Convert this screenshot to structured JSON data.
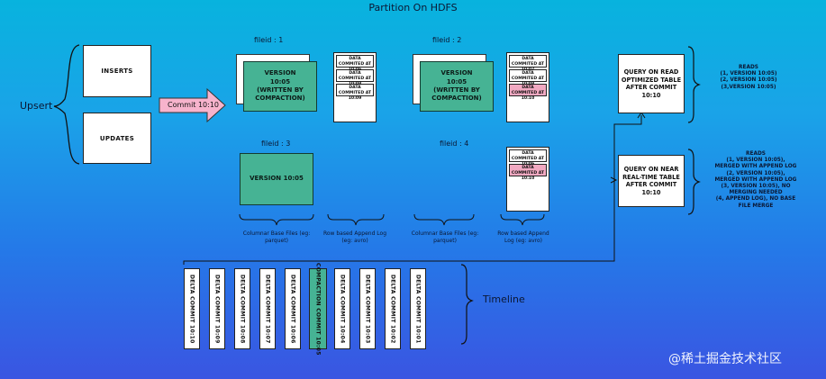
{
  "title": "Partition On HDFS",
  "upsert": {
    "label": "Upsert",
    "inserts": "INSERTS",
    "updates": "UPDATES"
  },
  "commit_arrow": "Commit 10:10",
  "file1": {
    "label": "fileid : 1",
    "base": "VERSION 10:05 (WRITTEN BY COMPACTION)",
    "log": [
      "DATA COMMITED AT 10:06",
      "DATA COMMITED AT 10:08",
      "DATA COMMITED AT 10:09"
    ]
  },
  "file2": {
    "label": "fileid : 2",
    "base": "VERSION 10:05 (WRITTEN BY COMPACTION)",
    "log": [
      "DATA COMMITED AT 10:07",
      "DATA COMMITED AT 10:08",
      "DATA COMMITED AT 10:10"
    ]
  },
  "file3": {
    "label": "fileid : 3",
    "base": "VERSION 10:05"
  },
  "file4": {
    "label": "fileid : 4",
    "log": [
      "DATA COMMITED AT 10:06",
      "DATA COMMITED AT 10:10"
    ]
  },
  "captions": {
    "columnar1": "Columnar Base Files (eg: parquet)",
    "row1": "Row based Append Log (eg: avro)",
    "columnar2": "Columnar Base Files (eg: parquet)",
    "row2": "Row based Append Log (eg: avro)"
  },
  "query_ro": "QUERY ON READ OPTIMIZED TABLE AFTER COMMIT 10:10",
  "query_rt": "QUERY ON NEAR REAL-TIME TABLE AFTER COMMIT 10:10",
  "reads_ro": [
    "READS",
    "(1, VERSION 10:05)",
    "(2, VERSION 10:05)",
    "(3,VERSION 10:05)"
  ],
  "reads_rt": [
    "READS",
    "(1, VERSION 10:05),",
    "MERGED WITH APPEND LOG",
    "(2, VERSION 10:05),",
    "MERGED WITH APPEND LOG",
    "(3, VERSION 10:05), NO",
    "MERGING NEEDED",
    "(4, APPEND LOG), NO BASE",
    "FILE MERGE"
  ],
  "timeline": {
    "label": "Timeline",
    "commits": [
      "DELTA COMMIT 10:10",
      "DELTA COMMIT 10:09",
      "DELTA COMMIT 10:08",
      "DELTA COMMIT 10:07",
      "DELTA COMMIT 10:06",
      "COMPACTION COMMIT 10:05",
      "DELTA COMMIT 10:04",
      "DELTA COMMIT 10:03",
      "DELTA COMMIT 10:02",
      "DELTA COMMIT 10:01"
    ]
  },
  "watermark": "@稀土掘金技术社区",
  "colors": {
    "green": "#46b394",
    "pink": "#f2a9c2",
    "arrow_fill": "#f7b3cc"
  }
}
